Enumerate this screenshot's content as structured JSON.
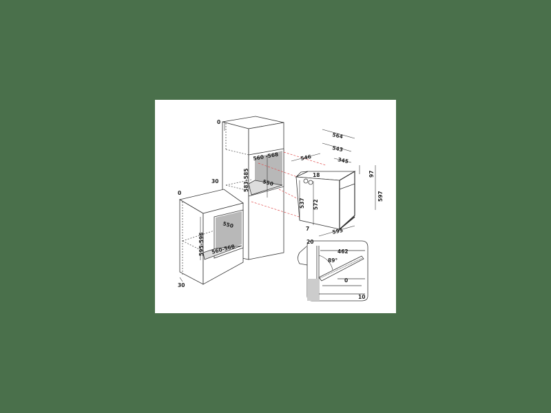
{
  "colors": {
    "background": "#4a704b",
    "panel": "#ffffff",
    "line": "#333333",
    "cavity": "#b8b8b8",
    "guide": "#e05050"
  },
  "tall_cabinet": {
    "top_gap": "0",
    "side_gap": "30",
    "niche_width": "560 -568",
    "niche_depth": "550",
    "niche_height": "583-585"
  },
  "base_cabinet": {
    "top_gap": "0",
    "bottom_gap": "30",
    "niche_depth": "550",
    "niche_width": "560-568",
    "niche_height": "595-596"
  },
  "oven": {
    "depth_total": "564",
    "depth_body": "543",
    "depth_mid": "345",
    "body_depth_side": "546",
    "panel_offset": "18",
    "control_height": "97",
    "total_height": "597",
    "body_height_side": "537",
    "body_height_front": "572",
    "bottom_offset": "7",
    "width": "595",
    "front_gap": "20"
  },
  "door_detail": {
    "door_length": "462",
    "opening_angle": "89°",
    "clearance_top": "0",
    "clearance_bottom": "10"
  }
}
